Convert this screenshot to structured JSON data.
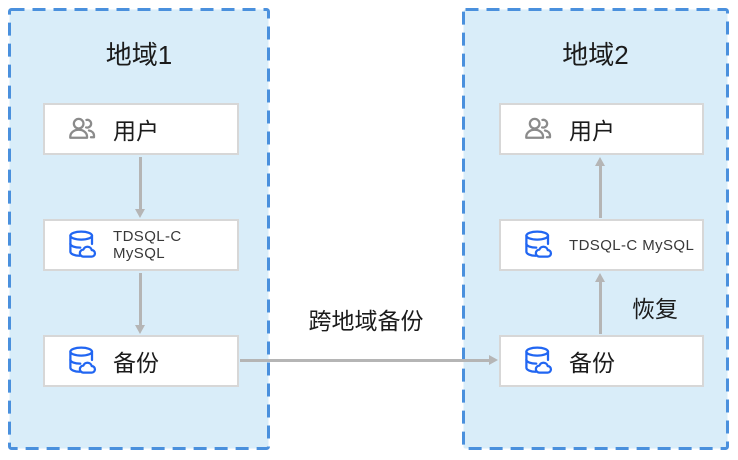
{
  "regions": [
    {
      "title": "地域1",
      "nodes": [
        {
          "id": "user",
          "label": "用户",
          "icon": "users-icon"
        },
        {
          "id": "tdsql",
          "label": "TDSQL-C MySQL",
          "icon": "database-cloud-icon"
        },
        {
          "id": "backup",
          "label": "备份",
          "icon": "database-cloud-icon"
        }
      ]
    },
    {
      "title": "地域2",
      "nodes": [
        {
          "id": "user",
          "label": "用户",
          "icon": "users-icon"
        },
        {
          "id": "tdsql",
          "label": "TDSQL-C MySQL",
          "icon": "database-cloud-icon"
        },
        {
          "id": "backup",
          "label": "备份",
          "icon": "database-cloud-icon"
        }
      ]
    }
  ],
  "edges": [
    {
      "from": "地域1/用户",
      "to": "地域1/TDSQL-C MySQL",
      "direction": "down",
      "label": ""
    },
    {
      "from": "地域1/TDSQL-C MySQL",
      "to": "地域1/备份",
      "direction": "down",
      "label": ""
    },
    {
      "from": "地域1/备份",
      "to": "地域2/备份",
      "direction": "right",
      "label": "跨地域备份"
    },
    {
      "from": "地域2/备份",
      "to": "地域2/TDSQL-C MySQL",
      "direction": "up",
      "label": "恢复"
    },
    {
      "from": "地域2/TDSQL-C MySQL",
      "to": "地域2/用户",
      "direction": "up",
      "label": ""
    }
  ],
  "colors": {
    "region_fill": "#d9edf9",
    "region_border": "#4a90dd",
    "node_border": "#d7d7d7",
    "arrow": "#b5b5b5",
    "user_icon": "#8b8b8b",
    "db_icon": "#2166f2",
    "text": "#1b1b1b",
    "tdsql_text": "#383838"
  }
}
